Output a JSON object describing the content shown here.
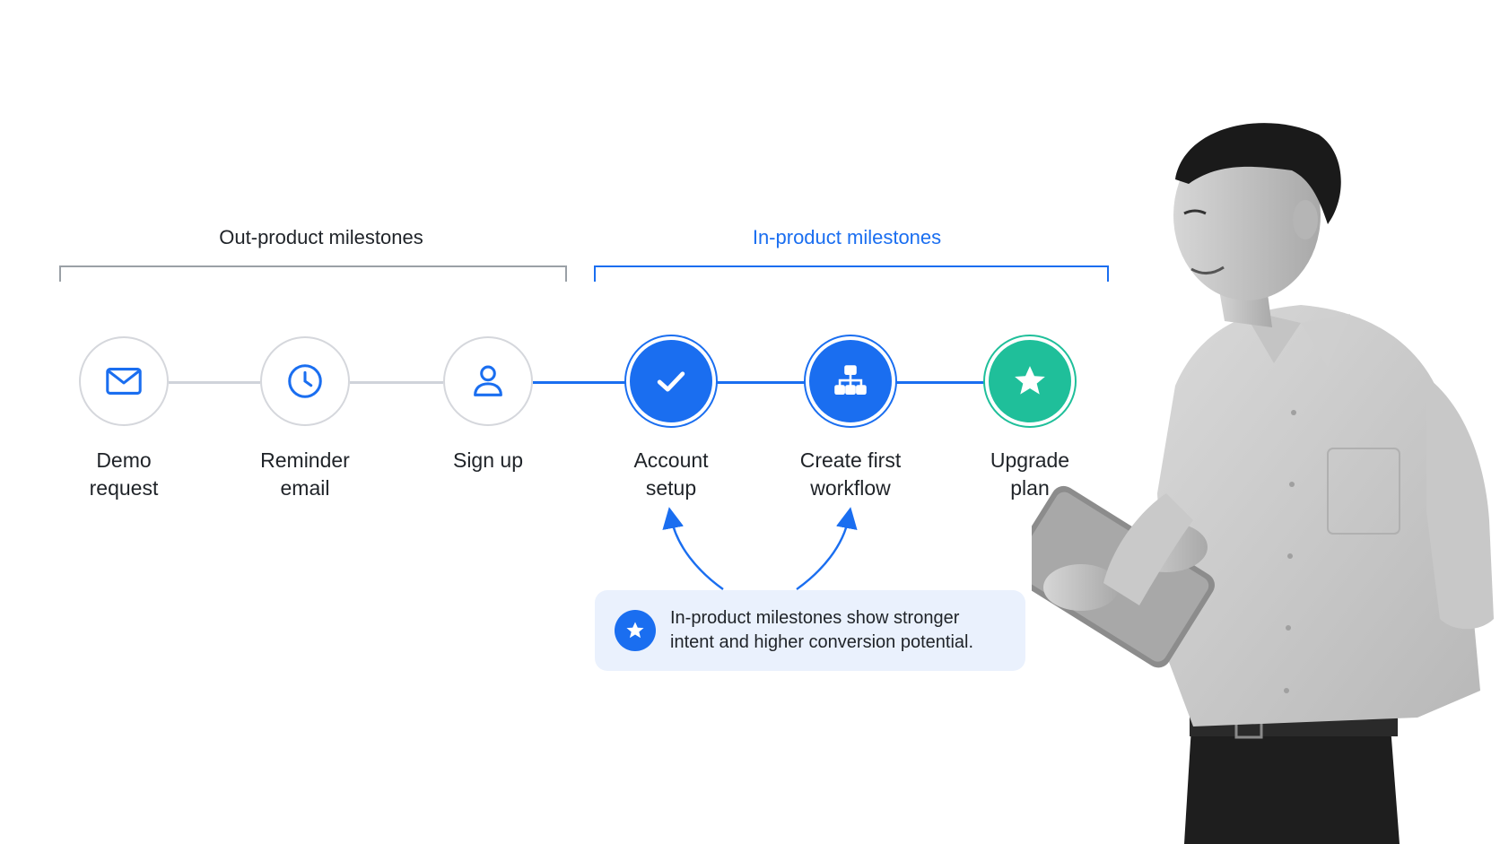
{
  "sections": {
    "out": {
      "title": "Out-product milestones",
      "color": "#9aa0a6",
      "title_color": "#1f2328"
    },
    "in": {
      "title": "In-product milestones",
      "color": "#1a6ef0",
      "title_color": "#1a6ef0"
    }
  },
  "milestones": [
    {
      "line1": "Demo",
      "line2": "request",
      "icon": "mail-icon",
      "group": "out"
    },
    {
      "line1": "Reminder",
      "line2": "email",
      "icon": "clock-icon",
      "group": "out"
    },
    {
      "line1": "Sign up",
      "line2": "",
      "icon": "user-icon",
      "group": "out"
    },
    {
      "line1": "Account",
      "line2": "setup",
      "icon": "check-icon",
      "group": "in",
      "fill": "#1a6ef0"
    },
    {
      "line1": "Create first",
      "line2": "workflow",
      "icon": "workflow-icon",
      "group": "in",
      "fill": "#1a6ef0"
    },
    {
      "line1": "Upgrade",
      "line2": "plan",
      "icon": "star-icon",
      "group": "in",
      "fill": "#1fbf9a"
    }
  ],
  "callout": {
    "line1": "In-product milestones show stronger",
    "line2": "intent and higher conversion potential.",
    "icon": "star-icon"
  },
  "colors": {
    "accent": "#1a6ef0",
    "accent_green": "#1fbf9a",
    "out_line": "#cfd3da",
    "callout_bg": "#eaf1fd"
  }
}
